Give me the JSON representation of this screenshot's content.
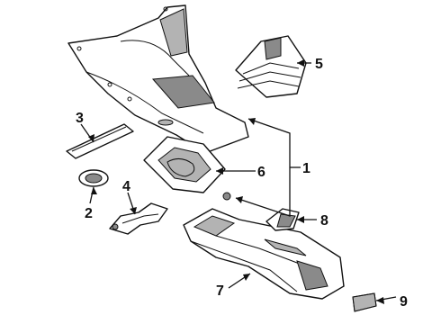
{
  "callouts": {
    "c1": "1",
    "c2": "2",
    "c3": "3",
    "c4": "4",
    "c5": "5",
    "c6": "6",
    "c7": "7",
    "c8": "8",
    "c9": "9"
  },
  "colors": {
    "ink": "#111111",
    "shading": "#8a8a8a",
    "background": "#ffffff"
  }
}
